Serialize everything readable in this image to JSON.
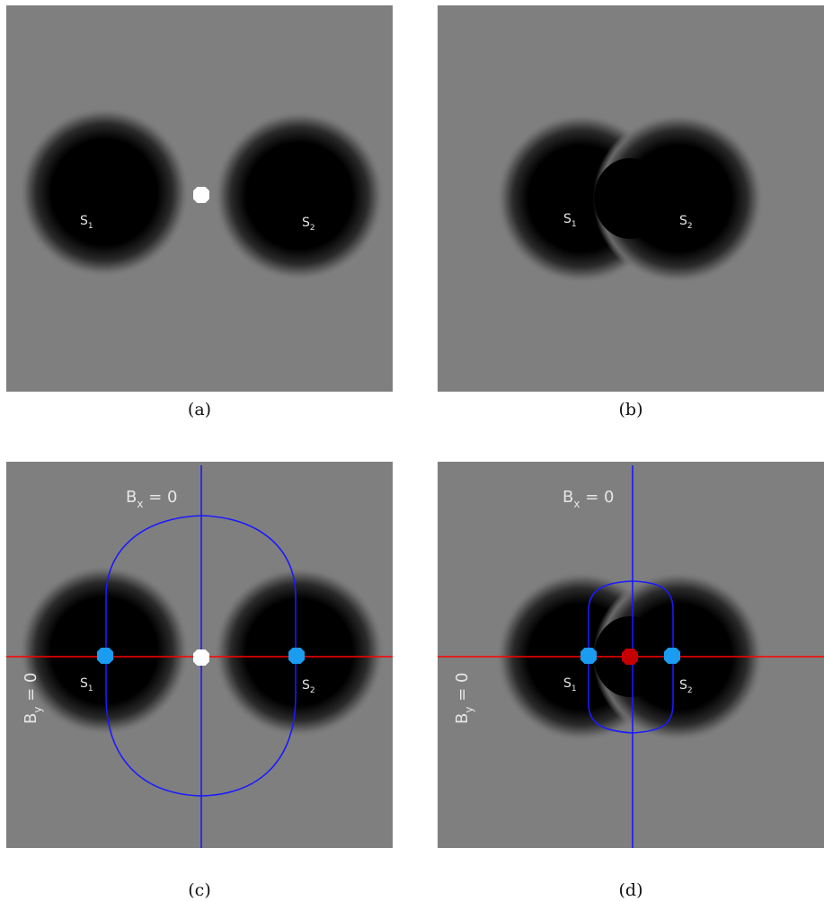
{
  "figure": {
    "panels": [
      {
        "id": "a",
        "caption": "(a)",
        "sources": [
          {
            "main": "S",
            "sub": "1"
          },
          {
            "main": "S",
            "sub": "2"
          }
        ],
        "null_point_color": "#ffffff"
      },
      {
        "id": "b",
        "caption": "(b)",
        "sources": [
          {
            "main": "S",
            "sub": "1"
          },
          {
            "main": "S",
            "sub": "2"
          }
        ]
      },
      {
        "id": "c",
        "caption": "(c)",
        "sources": [
          {
            "main": "S",
            "sub": "1"
          },
          {
            "main": "S",
            "sub": "2"
          }
        ],
        "bx_label": {
          "main": "B",
          "sub": "x",
          "rest": " = 0"
        },
        "by_label": {
          "main": "B",
          "sub": "y",
          "rest": " = 0"
        },
        "null_point_color": "#ffffff",
        "source_marker_color": "#1a9cf0"
      },
      {
        "id": "d",
        "caption": "(d)",
        "sources": [
          {
            "main": "S",
            "sub": "1"
          },
          {
            "main": "S",
            "sub": "2"
          }
        ],
        "bx_label": {
          "main": "B",
          "sub": "x",
          "rest": " = 0"
        },
        "by_label": {
          "main": "B",
          "sub": "y",
          "rest": " = 0"
        },
        "null_point_color": "#c40000",
        "source_marker_color": "#1a9cf0"
      }
    ],
    "colors": {
      "background": "#7f7f7f",
      "blob": "#000000",
      "bx_contour": "#1a1aff",
      "by_contour": "#ff0000"
    }
  }
}
